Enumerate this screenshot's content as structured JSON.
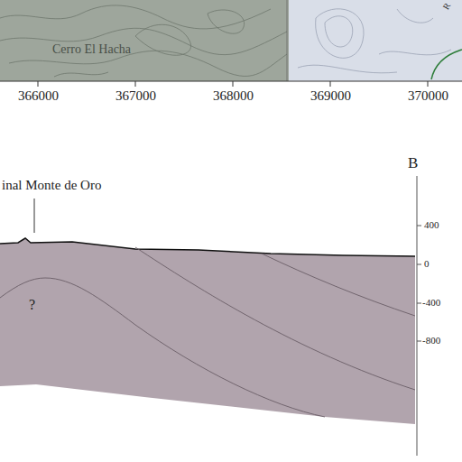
{
  "diagram": {
    "labels": [
      "Cerro El Hacha",
      "R",
      "366000",
      "367000",
      "368000",
      "369000",
      "370000",
      "B",
      "inal Monte de Oro",
      "?",
      "400",
      "0",
      "-400",
      "-800"
    ]
  }
}
